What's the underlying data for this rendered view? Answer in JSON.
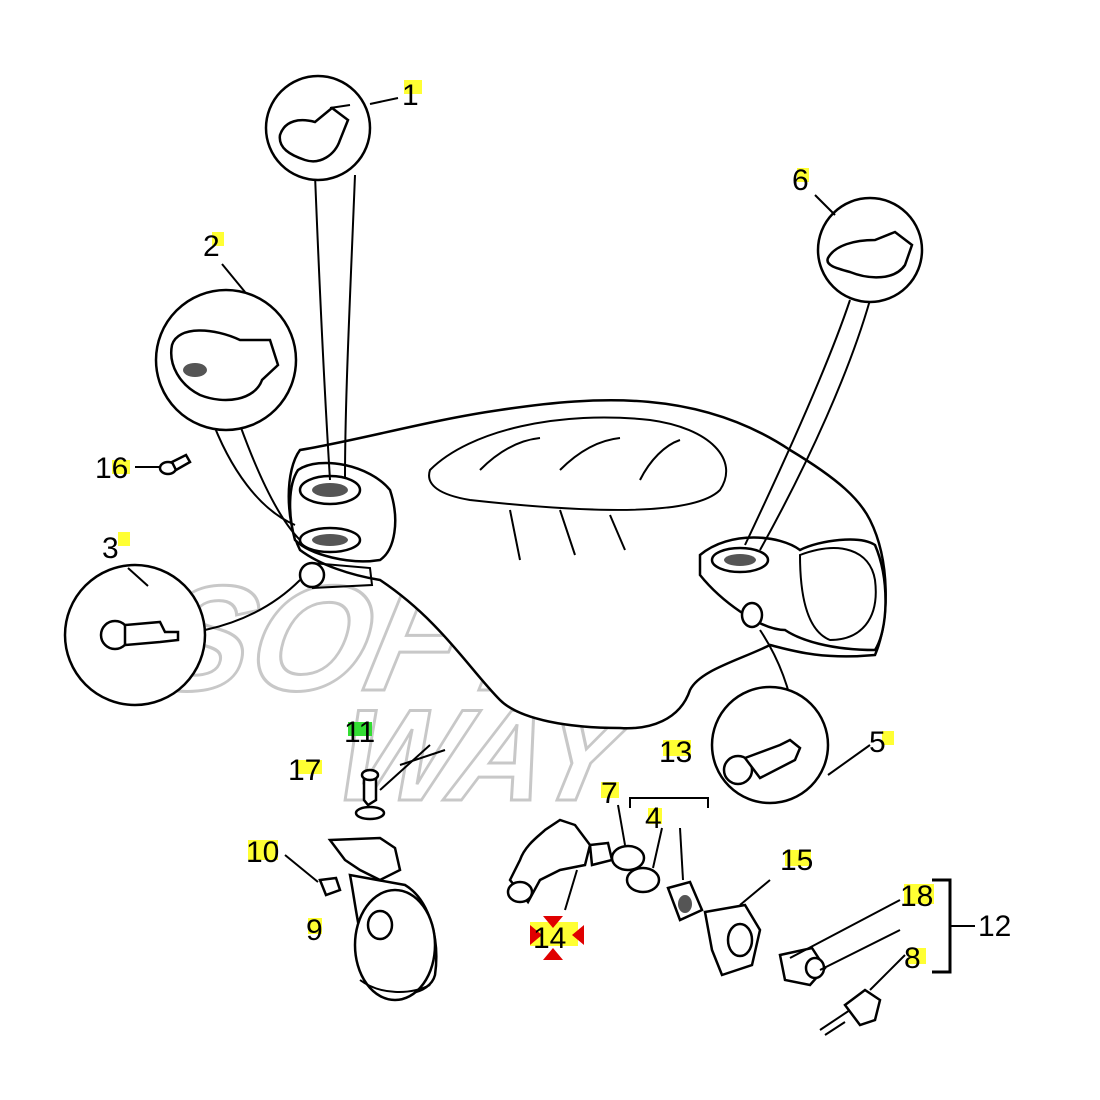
{
  "watermark": {
    "line1": "SOFT",
    "line2": "WAY"
  },
  "colors": {
    "highlight_yellow": "#ffff33",
    "highlight_green": "#33dd33",
    "marker_red": "#e00000",
    "ink": "#000000"
  },
  "labels": {
    "p1": "1",
    "p2": "2",
    "p3": "3",
    "p4": "4",
    "p5": "5",
    "p6": "6",
    "p7": "7",
    "p8": "8",
    "p9": "9",
    "p10": "10",
    "p11": "11",
    "p12": "12",
    "p13": "13",
    "p14": "14",
    "p15": "15",
    "p16": "16",
    "p17": "17",
    "p18": "18"
  },
  "marker_icon": "crosshair-arrows-icon"
}
